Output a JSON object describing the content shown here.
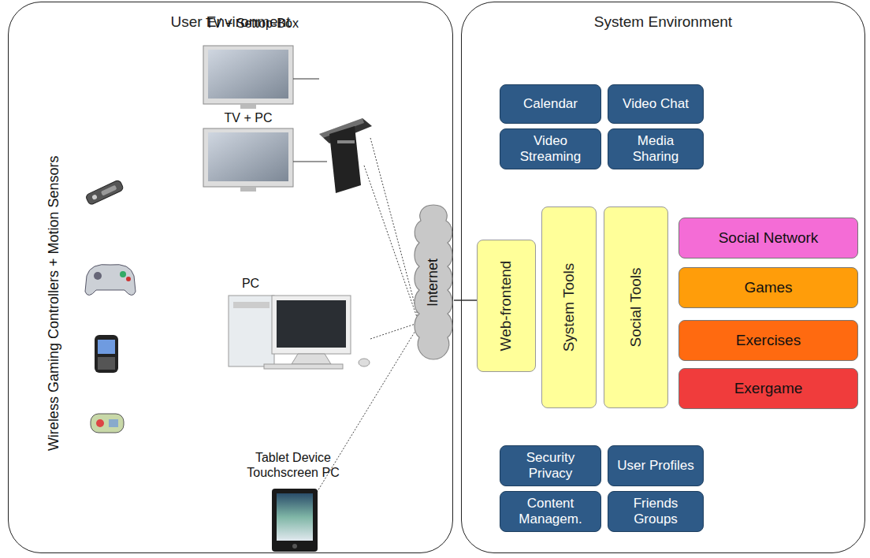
{
  "diagram": {
    "nodes": [
      {
        "text": [
          "User Environment"
        ]
      },
      {
        "text": [
          "Internet"
        ]
      },
      {
        "text": [
          "System Environment"
        ]
      },
      {
        "text": [
          "Calendar"
        ],
        "in": 2
      },
      {
        "text": [
          "Video Chat"
        ],
        "in": 2
      },
      {
        "text": [
          "Video Streaming"
        ],
        "in": 2
      },
      {
        "text": [
          "Media Sharing"
        ],
        "in": 2
      },
      {
        "text": [
          "Web-frontend"
        ],
        "in": 2
      },
      {
        "text": [
          "System Tools"
        ],
        "in": 2
      },
      {
        "text": [
          "Social Tools"
        ],
        "in": 2
      },
      {
        "text": [
          "Social Network"
        ],
        "in": 2
      },
      {
        "text": [
          "Games"
        ],
        "in": 2
      },
      {
        "text": [
          "Exercises"
        ],
        "in": 2
      },
      {
        "text": [
          "Exergame"
        ],
        "in": 2
      },
      {
        "text": [
          "Security Privacy"
        ],
        "in": 2
      },
      {
        "text": [
          "User Profiles"
        ],
        "in": 2
      },
      {
        "text": [
          "Content Managem."
        ],
        "in": 2
      },
      {
        "text": [
          "Friends Groups"
        ],
        "in": 2
      }
    ],
    "edges": [
      {
        "from": 1,
        "to": 7,
        "arrow": "none"
      }
    ],
    "labels": [
      "Wireless Gaming Controllers + Motion Sensors",
      "TV + Settop-Box",
      "TV + PC",
      "PC",
      "Tablet Device Touchscreen PC"
    ]
  }
}
